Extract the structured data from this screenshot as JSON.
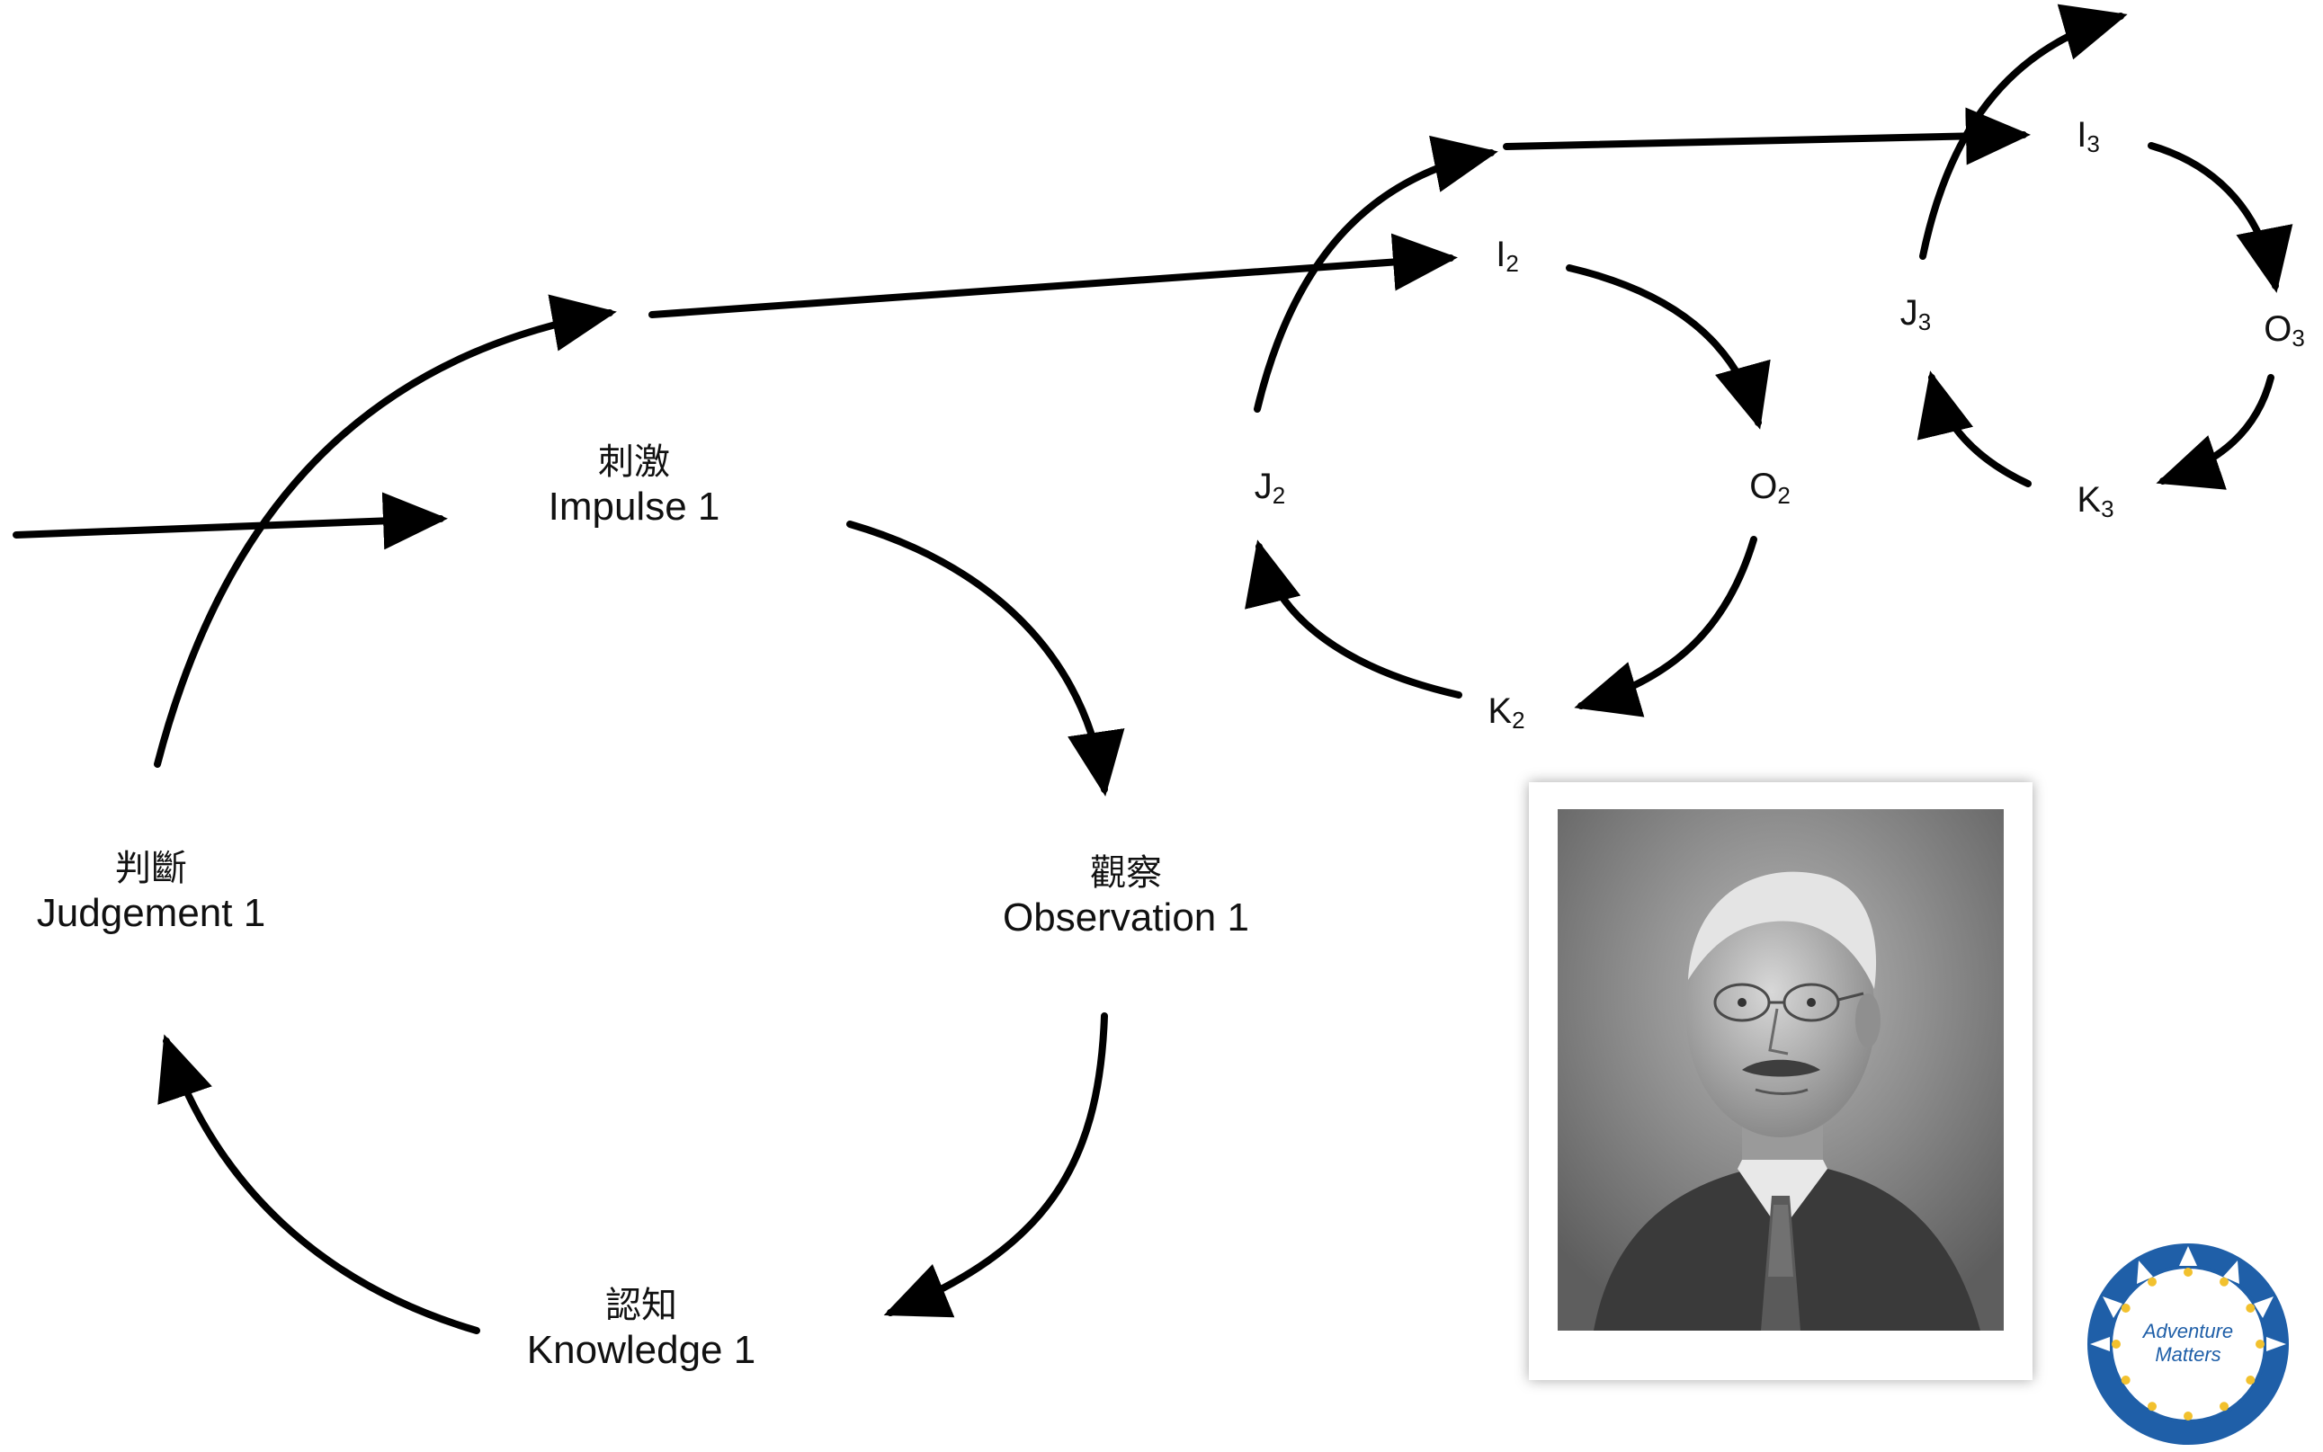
{
  "cycle1": {
    "impulse": {
      "cjk": "刺激",
      "en": "Impulse 1"
    },
    "observation": {
      "cjk": "觀察",
      "en": "Observation 1"
    },
    "knowledge": {
      "cjk": "認知",
      "en": "Knowledge 1"
    },
    "judgement": {
      "cjk": "判斷",
      "en": "Judgement 1"
    }
  },
  "cycle2": {
    "i": {
      "letter": "I",
      "sub": "2"
    },
    "o": {
      "letter": "O",
      "sub": "2"
    },
    "k": {
      "letter": "K",
      "sub": "2"
    },
    "j": {
      "letter": "J",
      "sub": "2"
    }
  },
  "cycle3": {
    "i": {
      "letter": "I",
      "sub": "3"
    },
    "o": {
      "letter": "O",
      "sub": "3"
    },
    "k": {
      "letter": "K",
      "sub": "3"
    },
    "j": {
      "letter": "J",
      "sub": "3"
    }
  },
  "badge": {
    "text1": "Adventure",
    "text2": "Matters",
    "ring_color": "#1f5fa8",
    "dot_color": "#f2c12e"
  },
  "arrow_color": "#000000"
}
